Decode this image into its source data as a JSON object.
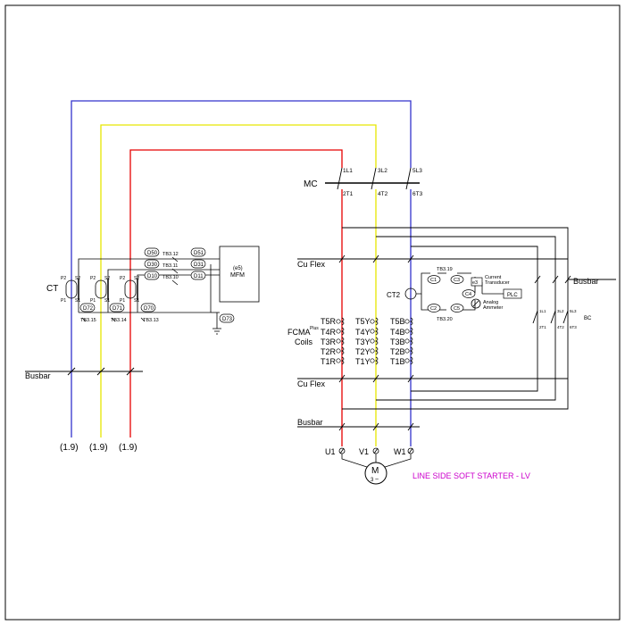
{
  "colors": {
    "blue": "#3333cc",
    "yellow": "#e6e600",
    "red": "#e60000",
    "magenta": "#cc00cc",
    "black": "#000000"
  },
  "labels": {
    "ct": "CT",
    "busbar_left": "Busbar",
    "refs": [
      "(1.9)",
      "(1.9)",
      "(1.9)"
    ],
    "mc": "MC",
    "mc_top": [
      "1L1",
      "3L2",
      "5L3"
    ],
    "mc_bot": [
      "2T1",
      "4T2",
      "6T3"
    ],
    "cu_flex_1": "Cu  Flex",
    "cu_flex_2": "Cu  Flex",
    "busbar_bottom": "Busbar",
    "busbar_right": "Busbar",
    "ct2": "CT2",
    "fcma_1": "FCMA",
    "fcma_sup": "Plus",
    "fcma_2": "Coils",
    "coil_left": [
      "T5R",
      "T4R",
      "T3R",
      "T2R",
      "T1R"
    ],
    "coil_mid": [
      "T5Y",
      "T4Y",
      "T3Y",
      "T2Y",
      "T1Y"
    ],
    "coil_right": [
      "T5B",
      "T4B",
      "T3B",
      "T2B",
      "T1B"
    ],
    "terminals": [
      "U1",
      "V1",
      "W1"
    ],
    "motor_m": "M",
    "motor_3": "3",
    "motor_tilde": "~",
    "title": "LINE  SIDE  SOFT  STARTER  -  LV",
    "tb": [
      "TB3.12",
      "TB3.11",
      "TB3.10",
      "TB3.15",
      "TB3.14",
      "TB3.13",
      "TB3.19",
      "TB3.20"
    ],
    "wire_top": [
      "D50",
      "D30",
      "D10"
    ],
    "wire_mid": [
      "D51",
      "D31",
      "D11"
    ],
    "wire_low": [
      "D72",
      "D71",
      "D70"
    ],
    "wire_gnd": "D73",
    "ct_p": [
      "P2",
      "P2",
      "P2"
    ],
    "ct_s2": [
      "S2",
      "S2",
      "S2"
    ],
    "ct_p1": [
      "P1",
      "P1",
      "P1"
    ],
    "ct_s1": [
      "S1",
      "S1",
      "S1"
    ],
    "mfm_1": "(e5)",
    "mfm_2": "MFM",
    "c_nodes": [
      "C1",
      "C3",
      "C2",
      "C5",
      "C4"
    ],
    "transducer_1": "Current",
    "transducer_2": "Transducer",
    "transducer_box": "e3",
    "plc": "PLC",
    "ammeter_1": "Analog",
    "ammeter_2": "Ammeter",
    "bc_terms": [
      "1L1",
      "3L2",
      "5L3"
    ],
    "bc_bot": [
      "2T1",
      "4T2",
      "6T3"
    ],
    "bc": "BC"
  }
}
